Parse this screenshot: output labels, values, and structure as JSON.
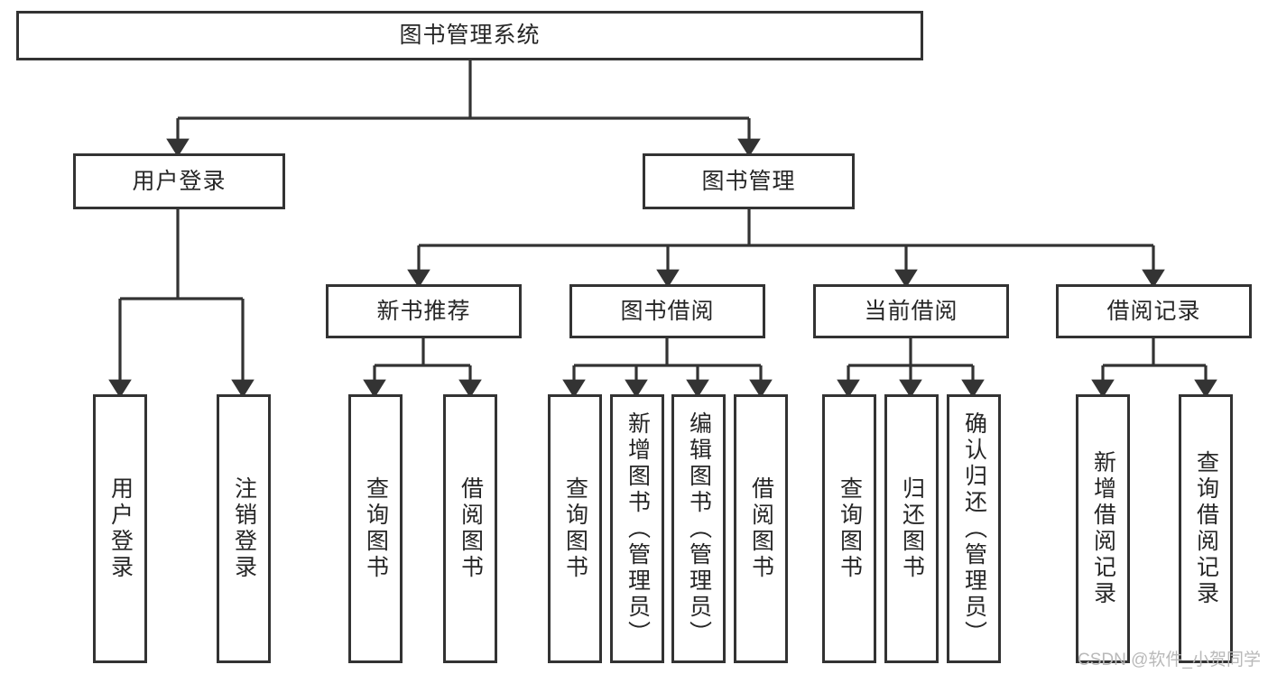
{
  "diagram": {
    "title": "图书管理系统",
    "type": "tree",
    "watermark": "CSDN @软件_小贺同学",
    "colors": {
      "node_border": "#333333",
      "node_fill": "#ffffff",
      "edge": "#333333",
      "text": "#262626",
      "watermark": "#b9b9b9"
    },
    "nodes": {
      "root": {
        "label": "图书管理系统"
      },
      "level2": [
        {
          "label": "用户登录"
        },
        {
          "label": "图书管理"
        }
      ],
      "level3": [
        {
          "label": "新书推荐"
        },
        {
          "label": "图书借阅"
        },
        {
          "label": "当前借阅"
        },
        {
          "label": "借阅记录"
        }
      ],
      "leaves_user_login": [
        {
          "label": "用户登录"
        },
        {
          "label": "注销登录"
        }
      ],
      "leaves_new_book": [
        {
          "label": "查询图书"
        },
        {
          "label": "借阅图书"
        }
      ],
      "leaves_borrow": [
        {
          "label": "查询图书"
        },
        {
          "label": "新增图书（管理员）"
        },
        {
          "label": "编辑图书（管理员）"
        },
        {
          "label": "借阅图书"
        }
      ],
      "leaves_current": [
        {
          "label": "查询图书"
        },
        {
          "label": "归还图书"
        },
        {
          "label": "确认归还（管理员）"
        }
      ],
      "leaves_records": [
        {
          "label": "新增借阅记录"
        },
        {
          "label": "查询借阅记录"
        }
      ]
    }
  }
}
